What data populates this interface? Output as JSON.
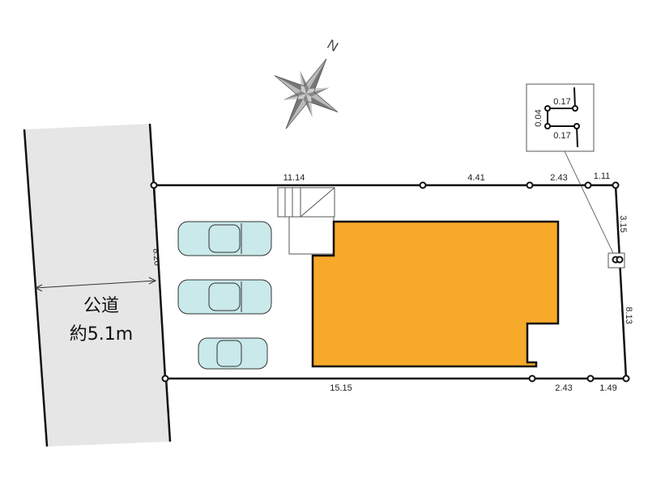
{
  "compass": {
    "north_label": "N"
  },
  "road": {
    "label": "公道",
    "width_label": "約5.1m",
    "frontage": "8.20"
  },
  "dimensions": {
    "top": [
      "11.14",
      "4.41",
      "2.43",
      "1.11"
    ],
    "right": [
      "3.15",
      "8.13"
    ],
    "bottom": [
      "15.15",
      "2.43",
      "1.49"
    ]
  },
  "inset": {
    "top": "0.17",
    "side": "0.04",
    "bottom": "0.17"
  },
  "colors": {
    "house": "#f7a92a",
    "road": "#e6e6e6",
    "car": "#c9e9ea"
  }
}
